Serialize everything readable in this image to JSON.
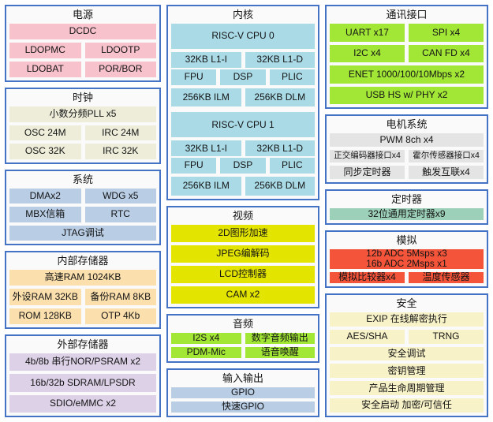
{
  "colors": {
    "border": "#4472C4",
    "text": "#141414",
    "section-bg": "#FAFAFA",
    "pink": "#F8C2CC",
    "cream": "#EDEDDA",
    "lightblue": "#B9CDE5",
    "peach": "#FBDFAD",
    "lavender": "#DDD1E7",
    "cyan": "#A9DAE6",
    "yellow": "#E3E500",
    "green": "#A2E636",
    "gray": "#E4E4E4",
    "teal": "#9CD0B8",
    "red": "#F4543A",
    "paleyellow": "#F8F2C8"
  },
  "power": {
    "title": "电源",
    "rows": [
      [
        "DCDC"
      ],
      [
        "LDOPMC",
        "LDOOTP"
      ],
      [
        "LDOBAT",
        "POR/BOR"
      ]
    ]
  },
  "clock": {
    "title": "时钟",
    "rows": [
      [
        "小数分频PLL x5"
      ],
      [
        "OSC 24M",
        "IRC 24M"
      ],
      [
        "OSC 32K",
        "IRC 32K"
      ]
    ]
  },
  "system": {
    "title": "系统",
    "rows": [
      [
        "DMAx2",
        "WDG x5"
      ],
      [
        "MBX信箱",
        "RTC"
      ],
      [
        "JTAG调试"
      ]
    ]
  },
  "internal_memory": {
    "title": "内部存储器",
    "rows": [
      [
        "高速RAM 1024KB"
      ],
      [
        "外设RAM 32KB",
        "备份RAM 8KB"
      ],
      [
        "ROM 128KB",
        "OTP 4Kb"
      ]
    ]
  },
  "external_memory": {
    "title": "外部存储器",
    "rows": [
      [
        "4b/8b 串行NOR/PSRAM x2"
      ],
      [
        "16b/32b SDRAM/LPSDR"
      ],
      [
        "SDIO/eMMC x2"
      ]
    ]
  },
  "core": {
    "title": "内核",
    "cpus": [
      {
        "name": "RISC-V CPU 0",
        "cache": [
          "32KB L1-I",
          "32KB L1-D"
        ],
        "units": [
          "FPU",
          "DSP",
          "PLIC"
        ],
        "local_mem": [
          "256KB ILM",
          "256KB DLM"
        ]
      },
      {
        "name": "RISC-V CPU 1",
        "cache": [
          "32KB L1-I",
          "32KB L1-D"
        ],
        "units": [
          "FPU",
          "DSP",
          "PLIC"
        ],
        "local_mem": [
          "256KB ILM",
          "256KB DLM"
        ]
      }
    ]
  },
  "video": {
    "title": "视频",
    "rows": [
      [
        "2D图形加速"
      ],
      [
        "JPEG编解码"
      ],
      [
        "LCD控制器"
      ],
      [
        "CAM x2"
      ]
    ]
  },
  "audio": {
    "title": "音频",
    "rows": [
      [
        "I2S x4",
        "数字音频输出"
      ],
      [
        "PDM-Mic",
        "语音唤醒"
      ]
    ]
  },
  "io": {
    "title": "输入输出",
    "rows": [
      [
        "GPIO"
      ],
      [
        "快速GPIO"
      ]
    ]
  },
  "comm": {
    "title": "通讯接口",
    "rows": [
      [
        "UART x17",
        "SPI x4"
      ],
      [
        "I2C x4",
        "CAN FD x4"
      ],
      [
        "ENET 1000/100/10Mbps x2"
      ],
      [
        "USB HS w/ PHY x2"
      ]
    ]
  },
  "motor": {
    "title": "电机系统",
    "rows": [
      [
        "PWM 8ch x4"
      ],
      [
        "正交编码器接口x4",
        "霍尔传感器接口x4"
      ],
      [
        "同步定时器",
        "触发互联x4"
      ]
    ]
  },
  "timer": {
    "title": "定时器",
    "rows": [
      [
        "32位通用定时器x9"
      ]
    ]
  },
  "analog": {
    "title": "模拟",
    "adc": [
      "12b ADC 5Msps x3",
      "16b ADC 2Msps x1"
    ],
    "rows": [
      [
        "模拟比较器x4",
        "温度传感器"
      ]
    ]
  },
  "security": {
    "title": "安全",
    "rows": [
      [
        "EXIP 在线解密执行"
      ],
      [
        "AES/SHA",
        "TRNG"
      ],
      [
        "安全调试"
      ],
      [
        "密钥管理"
      ],
      [
        "产品生命周期管理"
      ],
      [
        "安全启动 加密/可信任"
      ]
    ]
  }
}
